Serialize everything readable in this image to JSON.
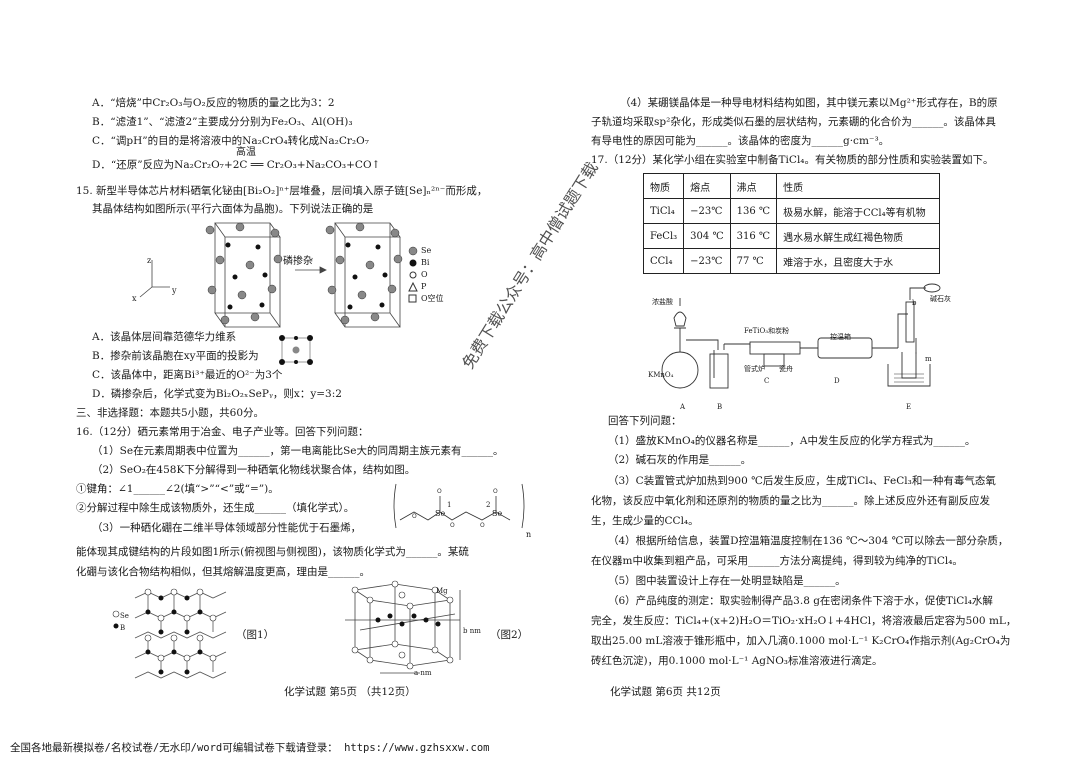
{
  "left": {
    "q14_options": [
      "A．“焙烧”中Cr₂O₃与O₂反应的物质的量之比为3：2",
      "B．“滤渣1”、“滤渣2”主要成分分别为Fe₂O₃、Al(OH)₃",
      "C．“调pH”的目的是将溶液中的Na₂CrO₄转化成Na₂Cr₂O₇",
      "D．“还原”反应为Na₂Cr₂O₇+2C ══ Cr₂O₃+Na₂CO₃+CO↑"
    ],
    "q14_condition": "高温",
    "q15_stem1": "15. 新型半导体芯片材料硒氧化铋由[Bi₂O₂]ⁿ⁺层堆叠，层间填入原子链[Se]ₙ²ⁿ⁻而形成，",
    "q15_stem2": "其晶体结构如图所示(平行六面体为晶胞)。下列说法正确的是",
    "q15_arrow_label": "磷掺杂",
    "q15_legend": [
      "Se",
      "Bi",
      "O",
      "P",
      "O空位"
    ],
    "q15_axes": [
      "z",
      "x",
      "y"
    ],
    "q15_options": [
      "A．该晶体层间靠范德华力维系",
      "B．掺杂前该晶胞在xy平面的投影为",
      "C．该晶体中，距离Bi³⁺最近的O²⁻为3个",
      "D．磷掺杂后，化学式变为Bi₂O₂ₓSePᵧ，则x：y=3:2"
    ],
    "section3": "三、非选择题：本题共5小题，共60分。",
    "q16_lines": [
      "16.（12分）硒元素常用于冶金、电子产业等。回答下列问题：",
      "（1）Se在元素周期表中位置为______，第一电离能比Se大的同周期主族元素有______。",
      "（2）SeO₂在458K下分解得到一种硒氧化物线状聚合体，结构如图。",
      "①键角：∠1______∠2(填“>”“<”或“=”)。",
      "②分解过程中除生成该物质外，还生成______（填化学式）。",
      "（3）一种硒化硼在二维半导体领域部分性能优于石墨烯，",
      "能体现其成键结构的片段如图1所示(俯视图与侧视图)，该物质化学式为______。某硫",
      "化硼与该化合物结构相似，但其熔解温度更高，理由是______。"
    ],
    "fig1_label": "（图1）",
    "fig2_label": "（图2）",
    "fig1_legend": [
      "Se",
      "B"
    ],
    "fig2_labels": [
      "Mg",
      "b nm",
      "a nm"
    ],
    "polymer_labels": [
      "Se",
      "1",
      "Se",
      "2",
      "n"
    ],
    "footer": "化学试题    第5页  （共12页）"
  },
  "right": {
    "q16_4_lines": [
      "（4）某硼镁晶体是一种导电材料结构如图，其中镁元素以Mg²⁺形式存在，B的原",
      "子轨道均采取sp²杂化，形成类似石墨的层状结构，元素硼的化合价为______。该晶体具",
      "有导电性的原因可能为______。该晶体的密度为______g·cm⁻³。"
    ],
    "q17_stem": "17.（12分）某化学小组在实验室中制备TiCl₄。有关物质的部分性质和实验装置如下。",
    "table_headers": [
      "物质",
      "熔点",
      "沸点",
      "性质"
    ],
    "table_rows": [
      [
        "TiCl₄",
        "−23℃",
        "136 ℃",
        "极易水解，能溶于CCl₄等有机物"
      ],
      [
        "FeCl₃",
        "304 ℃",
        "316 ℃",
        "遇水易水解生成红褐色物质"
      ],
      [
        "CCl₄",
        "−23℃",
        "77 ℃",
        "难溶于水，且密度大于水"
      ]
    ],
    "apparatus_labels": [
      "浓盐酸",
      "KMnO₄",
      "A",
      "B",
      "FeTiO₃和炭粉",
      "管式炉",
      "瓷舟",
      "C",
      "控温箱",
      "D",
      "碱石灰",
      "m",
      "E",
      "b"
    ],
    "q17_lines": [
      "回答下列问题：",
      "（1）盛放KMnO₄的仪器名称是______，A中发生反应的化学方程式为______。",
      "（2）碱石灰的作用是______。",
      "（3）C装置管式炉加热到900 ℃后发生反应，生成TiCl₄、FeCl₃和一种有毒气态氧",
      "化物，该反应中氧化剂和还原剂的物质的量之比为______。除上述反应外还有副反应发",
      "生，生成少量的CCl₄。",
      "（4）根据所给信息，装置D控温箱温度控制在136 ℃～304 ℃可以除去一部分杂质，",
      "在仪器m中收集到粗产品，可采用______方法分离提纯，得到较为纯净的TiCl₄。",
      "（5）图中装置设计上存在一处明显缺陷是______。",
      "（6）产品纯度的测定：取实验制得产品3.8 g在密闭条件下溶于水，促使TiCl₄水解",
      "完全，发生反应：TiCl₄+(x+2)H₂O＝TiO₂·xH₂O↓+4HCl，将溶液最后定容为500 mL，",
      "取出25.00 mL溶液于锥形瓶中，加入几滴0.1000 mol·L⁻¹ K₂CrO₄作指示剂(Ag₂CrO₄为",
      "砖红色沉淀)，用0.1000 mol·L⁻¹ AgNO₃标准溶液进行滴定。"
    ],
    "footer": "化学试题    第6页  共12页"
  },
  "watermark": "免费下载公众号：高中僧试题下载",
  "bottom_banner": "全国各地最新模拟卷/名校试卷/无水印/word可编辑试卷下载请登录： https://www.gzhsxxw.com"
}
